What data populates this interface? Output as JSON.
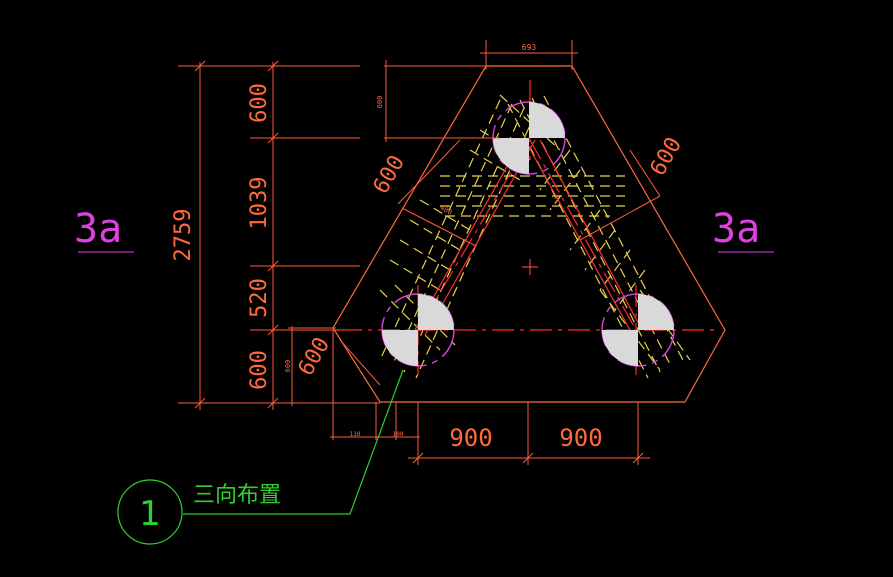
{
  "drawing": {
    "section_label_left": "3a",
    "section_label_right": "3a",
    "dims_vertical": {
      "total": "2759",
      "seg1": "600",
      "seg2": "1039",
      "seg3": "520",
      "seg4": "600"
    },
    "dims_horizontal": {
      "left": "900",
      "right": "900"
    },
    "dim_top": "693",
    "dim_top_small": "600",
    "dim_diag_left": "600",
    "dim_diag_right": "600",
    "dim_bottom_left": "600",
    "dim_small_left_vertical": "600",
    "dim_small_1": "110",
    "dim_small_2": "100",
    "dim_small_inner": "400",
    "callout_number": "1",
    "callout_text": "三向布置"
  },
  "colors": {
    "background": "#000000",
    "dimension": "#ff6a3c",
    "label_magenta": "#e040e0",
    "leader_green": "#2fd12f",
    "rebar_yellow": "#e8d24a",
    "centerline_red": "#ff2a2a"
  }
}
